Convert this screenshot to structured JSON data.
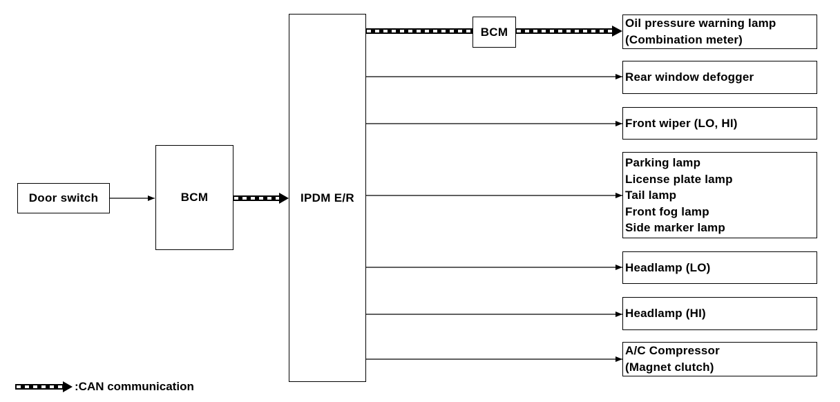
{
  "inputs": {
    "door_switch": "Door switch",
    "bcm": "BCM",
    "ipdm": "IPDM E/R"
  },
  "outputs": {
    "bcm_relay": "BCM",
    "oil_lamp": [
      "Oil pressure warning lamp",
      "(Combination meter)"
    ],
    "rear_defogger": [
      "Rear window defogger"
    ],
    "front_wiper": [
      "Front wiper (LO, HI)"
    ],
    "lamps": [
      "Parking lamp",
      "License plate lamp",
      "Tail lamp",
      "Front fog lamp",
      "Side marker lamp"
    ],
    "headlamp_lo": [
      "Headlamp (LO)"
    ],
    "headlamp_hi": [
      "Headlamp (HI)"
    ],
    "ac_compressor": [
      "A/C Compressor",
      "(Magnet clutch)"
    ]
  },
  "legend": {
    "can_label": ":CAN communication"
  }
}
